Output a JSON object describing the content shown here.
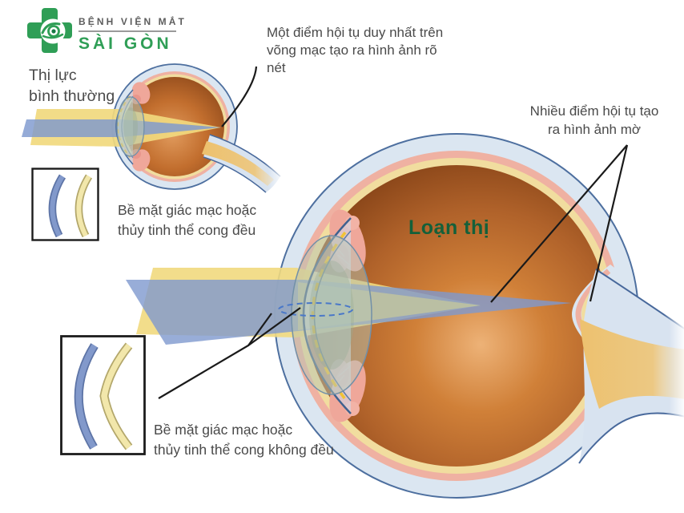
{
  "logo": {
    "icon": "green-cross-with-eye",
    "name_top": "BỆNH VIỆN MẮT",
    "name_bottom": "SÀI GÒN"
  },
  "labels": {
    "normal_vision": "Thị lực\nbình thường",
    "single_focus": "Một điểm hội tụ duy nhất trên\nvõng mạc tạo ra hình ảnh rõ\nnét",
    "multi_focus": "Nhiều điểm hội tụ tạo\nra hình ảnh mờ",
    "astigmatism": "Loạn thị",
    "even_surface": "Bề mặt giác mạc hoặc\nthủy tinh thể cong đều",
    "uneven_surface": "Bề mặt giác mạc hoặc\nthủy tinh thể cong không đều"
  },
  "colors": {
    "brand_green": "#2f9e56",
    "title_green": "#14603a",
    "text_gray": "#4a4a4a",
    "ray_yellow": "#f1d97e",
    "ray_blue": "#7e99ce",
    "sclera_fill": "#dbe6f1",
    "sclera_outline": "#4d6f9f",
    "choroid_pink": "#efb1a2",
    "retina_cream": "#f1dd9f",
    "eye_interior_orange": "#c26e2e",
    "pointer_black": "#1a1a1a"
  }
}
